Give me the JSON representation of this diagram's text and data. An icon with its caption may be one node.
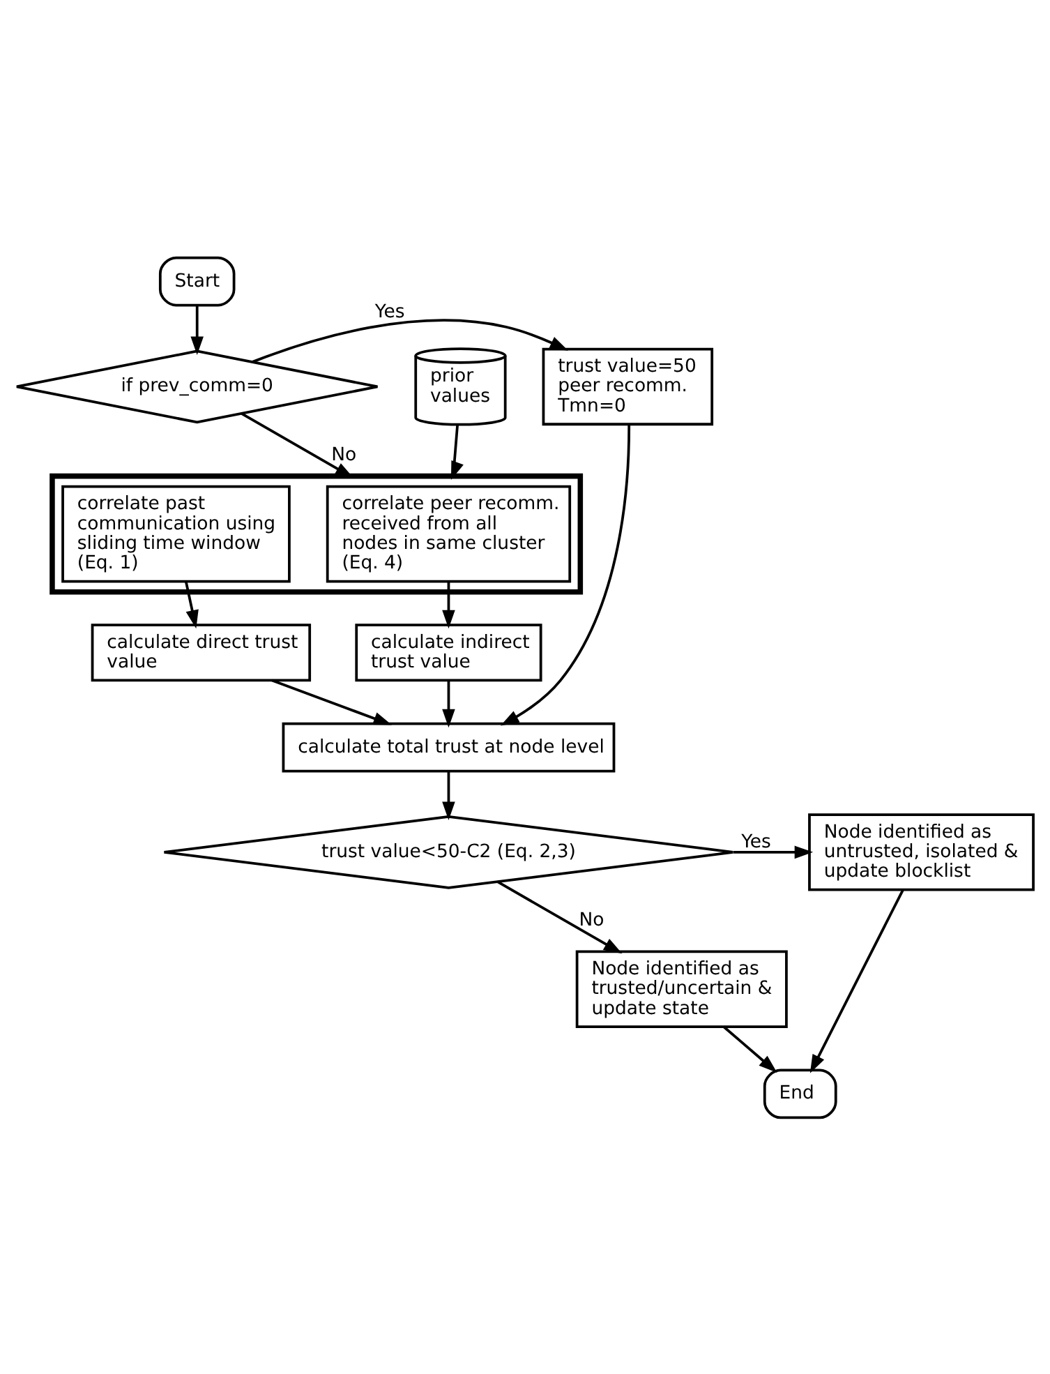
{
  "diagram": {
    "nodes": [
      {
        "text": [
          "Start"
        ]
      },
      {
        "text": [
          "if prev_comm=0"
        ]
      },
      {
        "text": [
          "trust value=50 peer recomm. Tmn=0"
        ]
      },
      {
        "text": [
          "prior values"
        ]
      },
      {
        "text": [],
        "shape": "box"
      },
      {
        "text": [
          "correlate peer recomm. received from all nodes in same cluster (Eq. 4)"
        ],
        "in": 4
      },
      {
        "text": [
          "correlate past communication using sliding time window (Eq. 1)"
        ],
        "in": 4
      },
      {
        "text": [
          "calculate indirect trust value"
        ]
      },
      {
        "text": [
          "calculate direct trust value"
        ]
      },
      {
        "text": [
          "calculate total trust at node level"
        ]
      },
      {
        "text": [
          "trust value<50-C2 (Eq. 2,3)"
        ]
      },
      {
        "text": [
          "Node identified as untrusted, isolated & update blocklist"
        ]
      },
      {
        "text": [
          "Node identified as trusted/uncertain & update state"
        ]
      },
      {
        "text": [
          "End"
        ]
      }
    ],
    "edges": [
      {
        "from": 0,
        "to": 1,
        "arrow": "to"
      },
      {
        "from": 1,
        "to": 2,
        "arrow": "to",
        "label": "Yes"
      },
      {
        "from": 1,
        "to": 4,
        "arrow": "to",
        "label": "No"
      },
      {
        "from": 3,
        "to": 4,
        "arrow": "to"
      },
      {
        "from": 5,
        "to": 7,
        "arrow": "to"
      },
      {
        "from": 6,
        "to": 8,
        "arrow": "to"
      },
      {
        "from": 7,
        "to": 9,
        "arrow": "to"
      },
      {
        "from": 8,
        "to": 9,
        "arrow": "to"
      },
      {
        "from": 2,
        "to": 9,
        "arrow": "to"
      },
      {
        "from": 9,
        "to": 10,
        "arrow": "to"
      },
      {
        "from": 10,
        "to": 11,
        "arrow": "to",
        "label": "Yes"
      },
      {
        "from": 10,
        "to": 12,
        "arrow": "to",
        "label": "No"
      },
      {
        "from": 12,
        "to": 13,
        "arrow": "to"
      },
      {
        "from": 11,
        "to": 13,
        "arrow": "to"
      }
    ]
  }
}
